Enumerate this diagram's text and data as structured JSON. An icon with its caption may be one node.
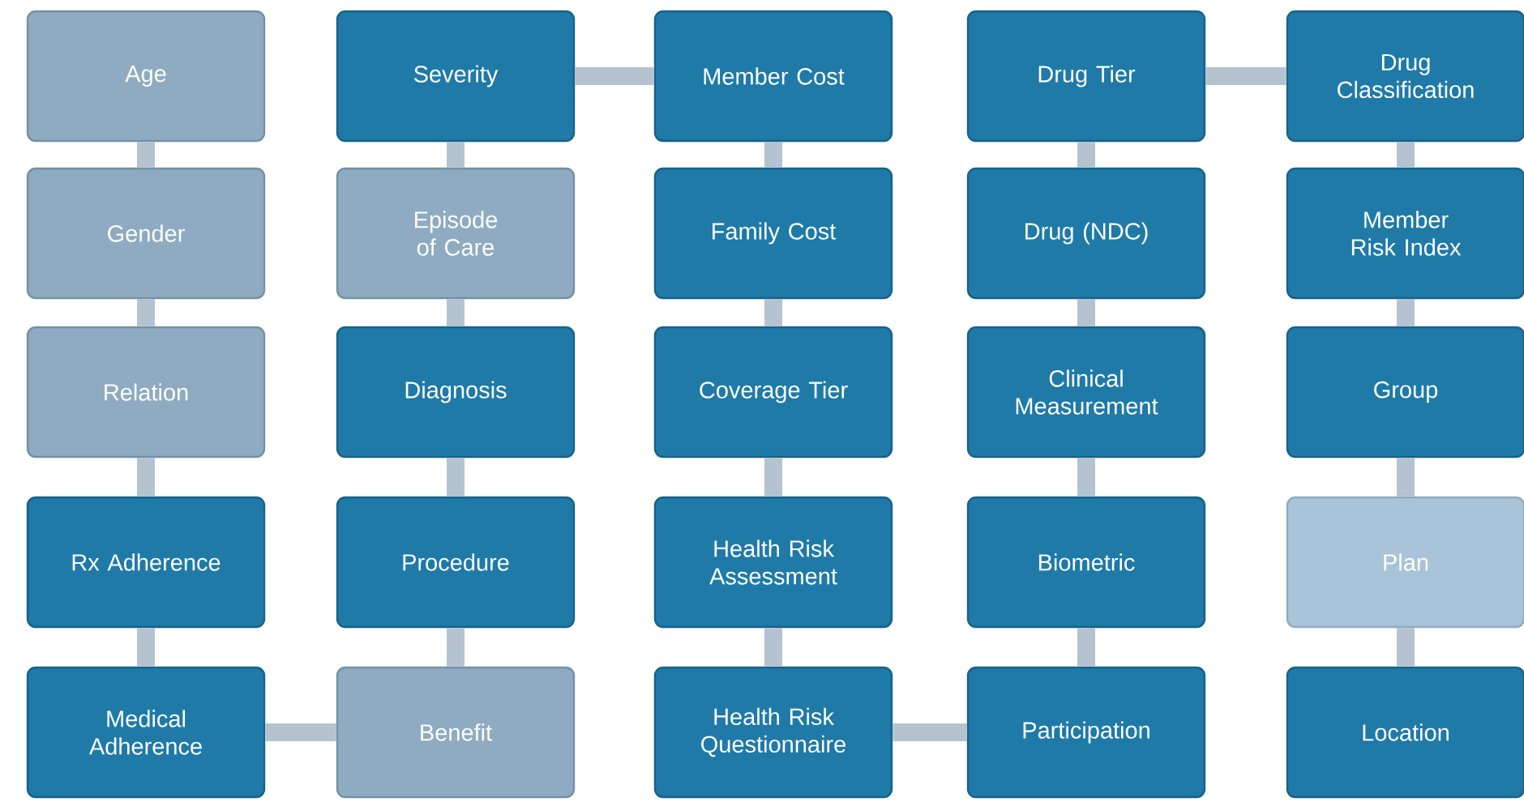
{
  "diagram": {
    "nodes": [
      {
        "text": [
          "Age"
        ]
      },
      {
        "text": [
          "Gender"
        ]
      },
      {
        "text": [
          "Relation"
        ]
      },
      {
        "text": [
          "Rx Adherence"
        ]
      },
      {
        "text": [
          "Medical Adherence"
        ]
      },
      {
        "text": [
          "Severity"
        ]
      },
      {
        "text": [
          "Episode of Care"
        ]
      },
      {
        "text": [
          "Diagnosis"
        ]
      },
      {
        "text": [
          "Procedure"
        ]
      },
      {
        "text": [
          "Benefit"
        ]
      },
      {
        "text": [
          "Member Cost"
        ]
      },
      {
        "text": [
          "Family Cost"
        ]
      },
      {
        "text": [
          "Coverage Tier"
        ]
      },
      {
        "text": [
          "Health Risk Assessment"
        ]
      },
      {
        "text": [
          "Health Risk Questionnaire"
        ]
      },
      {
        "text": [
          "Drug Tier"
        ]
      },
      {
        "text": [
          "Drug (NDC)"
        ]
      },
      {
        "text": [
          "Clinical Measurement"
        ]
      },
      {
        "text": [
          "Biometric"
        ]
      },
      {
        "text": [
          "Participation"
        ]
      },
      {
        "text": [
          "Drug Classification"
        ]
      },
      {
        "text": [
          "Member Risk Index"
        ]
      },
      {
        "text": [
          "Group"
        ]
      },
      {
        "text": [
          "Plan"
        ]
      },
      {
        "text": [
          "Location"
        ]
      }
    ],
    "edges": [
      {
        "from": 0,
        "to": 1,
        "arrow": "none"
      },
      {
        "from": 1,
        "to": 2,
        "arrow": "none"
      },
      {
        "from": 2,
        "to": 3,
        "arrow": "none"
      },
      {
        "from": 3,
        "to": 4,
        "arrow": "none"
      },
      {
        "from": 4,
        "to": 9,
        "arrow": "none"
      },
      {
        "from": 9,
        "to": 8,
        "arrow": "none"
      },
      {
        "from": 8,
        "to": 7,
        "arrow": "none"
      },
      {
        "from": 7,
        "to": 6,
        "arrow": "none"
      },
      {
        "from": 6,
        "to": 5,
        "arrow": "none"
      },
      {
        "from": 5,
        "to": 10,
        "arrow": "none"
      },
      {
        "from": 10,
        "to": 11,
        "arrow": "none"
      },
      {
        "from": 11,
        "to": 12,
        "arrow": "none"
      },
      {
        "from": 12,
        "to": 13,
        "arrow": "none"
      },
      {
        "from": 13,
        "to": 14,
        "arrow": "none"
      },
      {
        "from": 14,
        "to": 19,
        "arrow": "none"
      },
      {
        "from": 19,
        "to": 18,
        "arrow": "none"
      },
      {
        "from": 18,
        "to": 17,
        "arrow": "none"
      },
      {
        "from": 17,
        "to": 16,
        "arrow": "none"
      },
      {
        "from": 16,
        "to": 15,
        "arrow": "none"
      },
      {
        "from": 15,
        "to": 20,
        "arrow": "none"
      },
      {
        "from": 20,
        "to": 21,
        "arrow": "none"
      },
      {
        "from": 21,
        "to": 22,
        "arrow": "none"
      },
      {
        "from": 22,
        "to": 23,
        "arrow": "none"
      },
      {
        "from": 23,
        "to": 24,
        "arrow": "none"
      }
    ]
  }
}
